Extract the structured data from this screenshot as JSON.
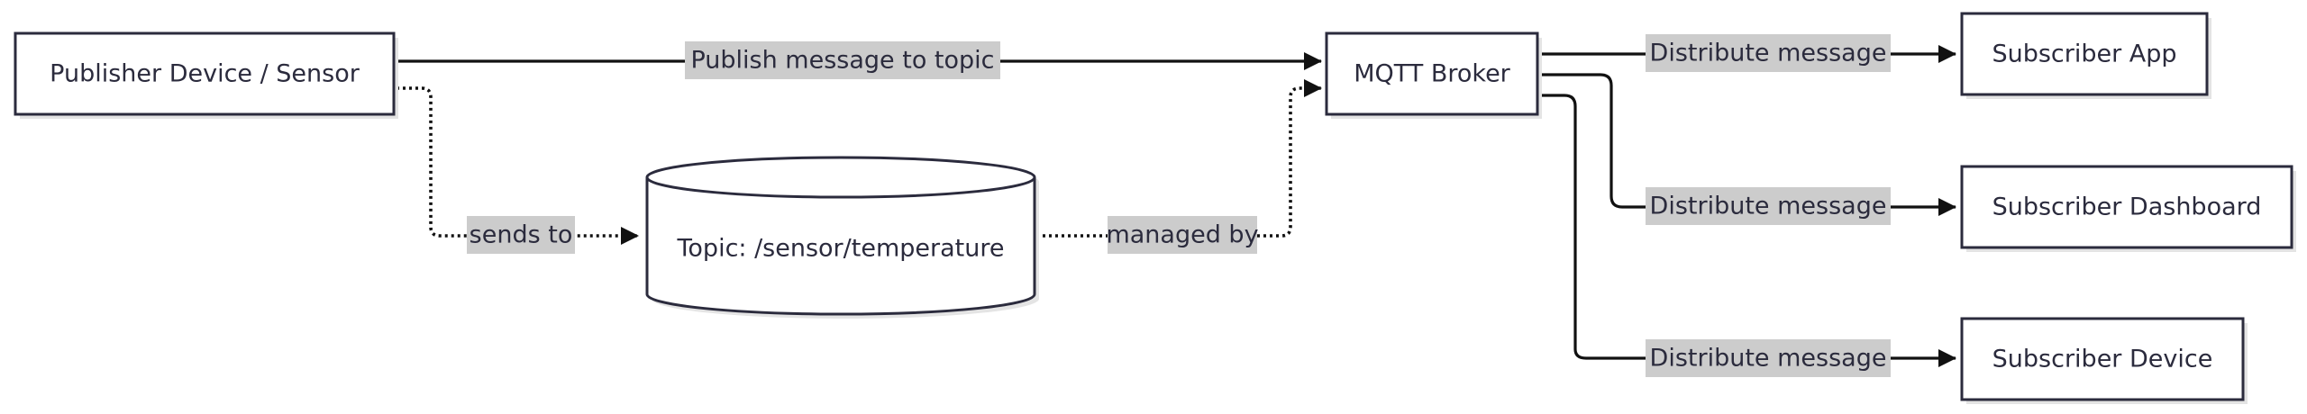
{
  "diagram": {
    "nodes": {
      "publisher": "Publisher Device / Sensor",
      "topic": "Topic: /sensor/temperature",
      "broker": "MQTT Broker",
      "sub_app": "Subscriber App",
      "sub_dashboard": "Subscriber Dashboard",
      "sub_device": "Subscriber Device"
    },
    "edges": {
      "publish": "Publish message to topic",
      "sends_to": "sends to",
      "managed_by": "managed by",
      "distribute_app": "Distribute message",
      "distribute_dashboard": "Distribute message",
      "distribute_device": "Distribute message"
    },
    "colors": {
      "node_stroke": "#2b2b3d",
      "edge": "#111111",
      "label_background": "#cccccc",
      "shadow": "#e4e4e4"
    }
  }
}
